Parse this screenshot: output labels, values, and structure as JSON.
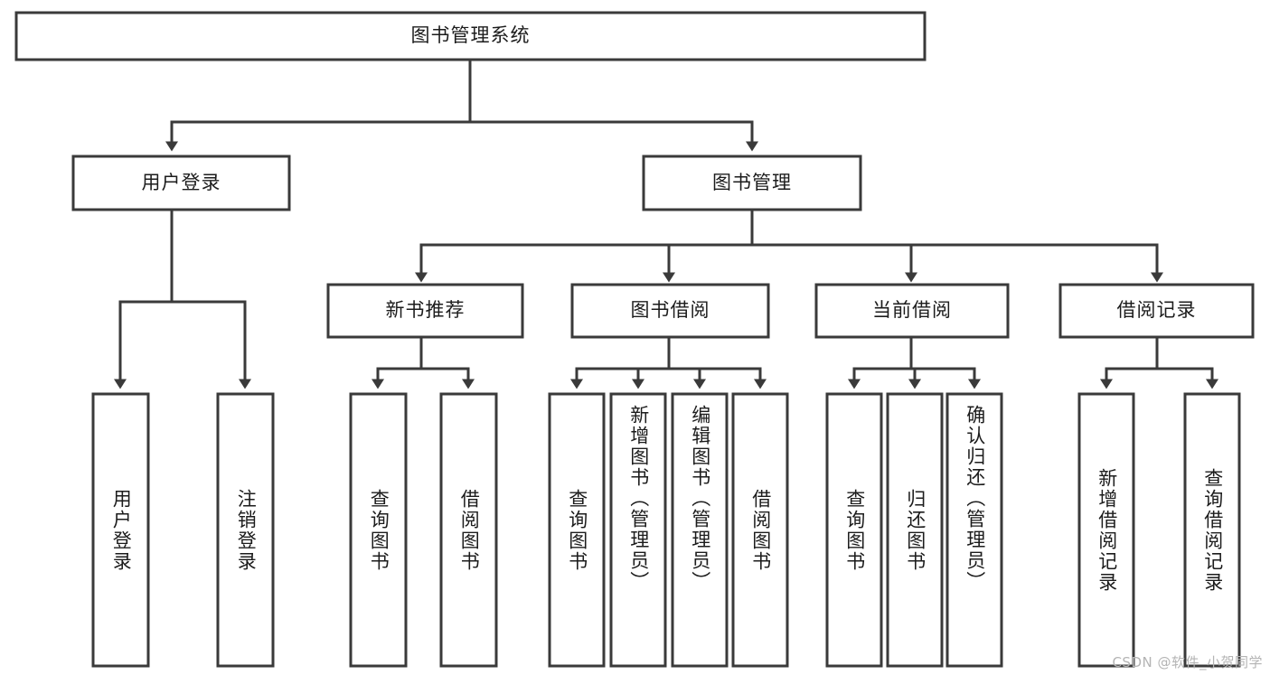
{
  "diagram": {
    "title": "图书管理系统",
    "type": "hierarchy-tree",
    "root": {
      "label": "图书管理系统"
    },
    "level2": [
      {
        "label": "用户登录"
      },
      {
        "label": "图书管理"
      }
    ],
    "level3": [
      {
        "label": "新书推荐",
        "parent": "图书管理"
      },
      {
        "label": "图书借阅",
        "parent": "图书管理"
      },
      {
        "label": "当前借阅",
        "parent": "图书管理"
      },
      {
        "label": "借阅记录",
        "parent": "图书管理"
      }
    ],
    "leaves": {
      "user_login": [
        {
          "label": "用户登录"
        },
        {
          "label": "注销登录"
        }
      ],
      "new_book_recommend": [
        {
          "label": "查询图书"
        },
        {
          "label": "借阅图书"
        }
      ],
      "book_borrow": [
        {
          "label": "查询图书"
        },
        {
          "label": "新增图书（管理员）"
        },
        {
          "label": "编辑图书（管理员）"
        },
        {
          "label": "借阅图书"
        }
      ],
      "current_borrow": [
        {
          "label": "查询图书"
        },
        {
          "label": "归还图书"
        },
        {
          "label": "确认归还（管理员）"
        }
      ],
      "borrow_record": [
        {
          "label": "新增借阅记录"
        },
        {
          "label": "查询借阅记录"
        }
      ]
    }
  },
  "watermark": {
    "text": "CSDN @软件_小贺同学"
  },
  "colors": {
    "background": "#ffffff",
    "box_fill": "#ffffff",
    "stroke": "#3a3a3a",
    "text": "#1c1c1c",
    "watermark": "#b4b4b4"
  }
}
